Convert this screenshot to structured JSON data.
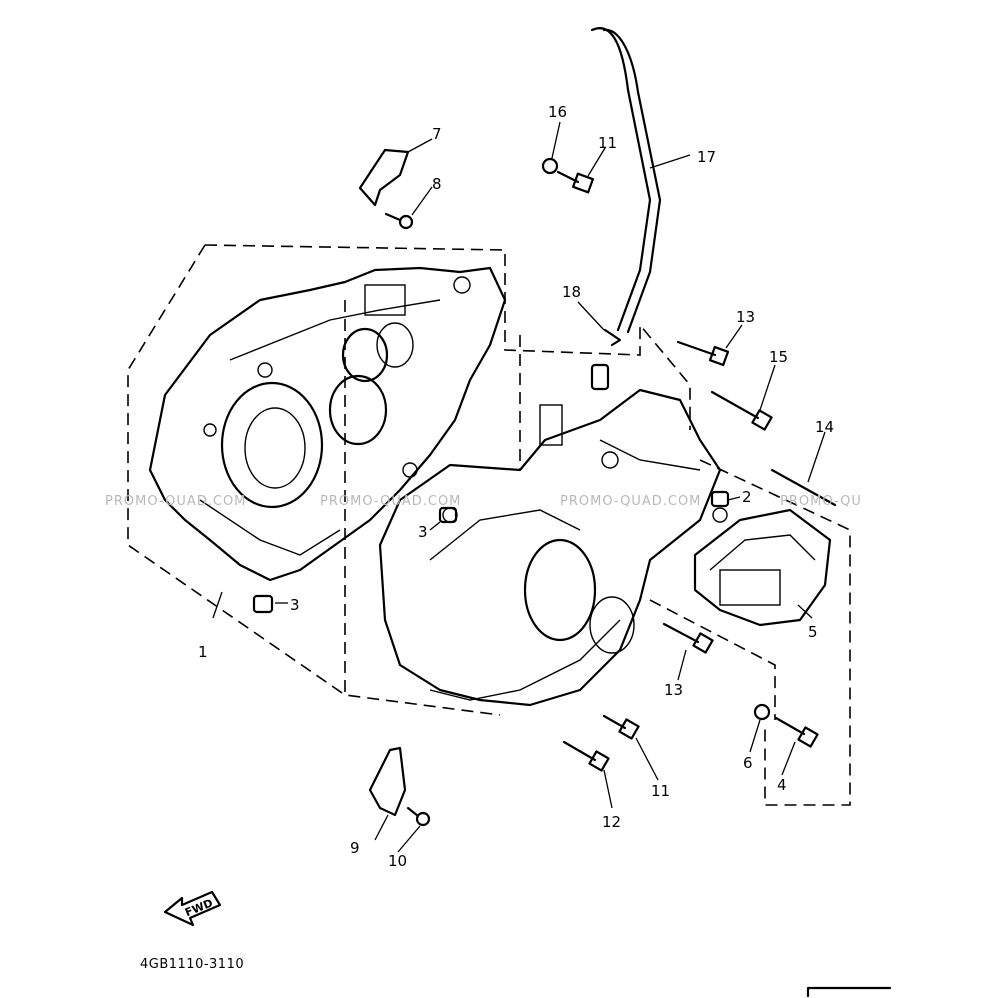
{
  "callouts": [
    {
      "id": "c1",
      "text": "1"
    },
    {
      "id": "c2",
      "text": "2"
    },
    {
      "id": "c3a",
      "text": "3"
    },
    {
      "id": "c3b",
      "text": "3"
    },
    {
      "id": "c4",
      "text": "4"
    },
    {
      "id": "c5",
      "text": "5"
    },
    {
      "id": "c6",
      "text": "6"
    },
    {
      "id": "c7",
      "text": "7"
    },
    {
      "id": "c8",
      "text": "8"
    },
    {
      "id": "c9",
      "text": "9"
    },
    {
      "id": "c10",
      "text": "10"
    },
    {
      "id": "c11a",
      "text": "11"
    },
    {
      "id": "c11b",
      "text": "11"
    },
    {
      "id": "c12",
      "text": "12"
    },
    {
      "id": "c13a",
      "text": "13"
    },
    {
      "id": "c13b",
      "text": "13"
    },
    {
      "id": "c14",
      "text": "14"
    },
    {
      "id": "c15",
      "text": "15"
    },
    {
      "id": "c16",
      "text": "16"
    },
    {
      "id": "c17",
      "text": "17"
    },
    {
      "id": "c18",
      "text": "18"
    }
  ],
  "watermarks": [
    "PROMO-QUAD.COM",
    "PROMO-QUAD.COM",
    "PROMO-QUAD.COM",
    "PROMO-QU"
  ],
  "fwd_label": "FWD",
  "diagram_code": "4GB1110-3110"
}
